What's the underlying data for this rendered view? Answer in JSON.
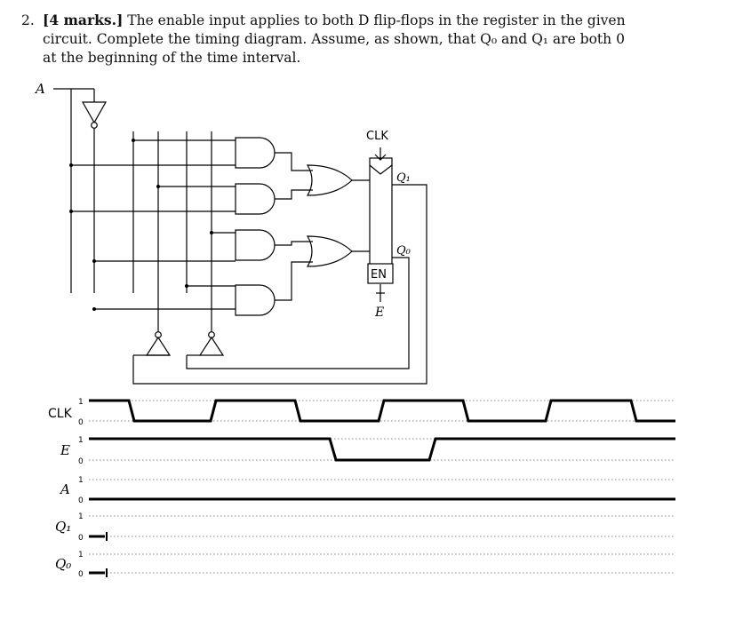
{
  "question": {
    "number": "2.",
    "marks": "[4 marks.]",
    "line1": "The enable input applies to both D flip-flops in the register in the given",
    "line2": "circuit. Complete the timing diagram. Assume, as shown, that Q₀ and Q₁ are both 0",
    "line3": "at the beginning of the time interval."
  },
  "circuit": {
    "input_label": "A",
    "clk_label": "CLK",
    "q1_label": "Q₁",
    "q0_label": "Q₀",
    "en_label": "EN",
    "e_label": "E"
  },
  "timing": {
    "tick_high": "1",
    "tick_low": "0",
    "signals": [
      {
        "label": "CLK"
      },
      {
        "label": "E"
      },
      {
        "label": "A"
      },
      {
        "label": "Q₁"
      },
      {
        "label": "Q₀"
      }
    ]
  }
}
